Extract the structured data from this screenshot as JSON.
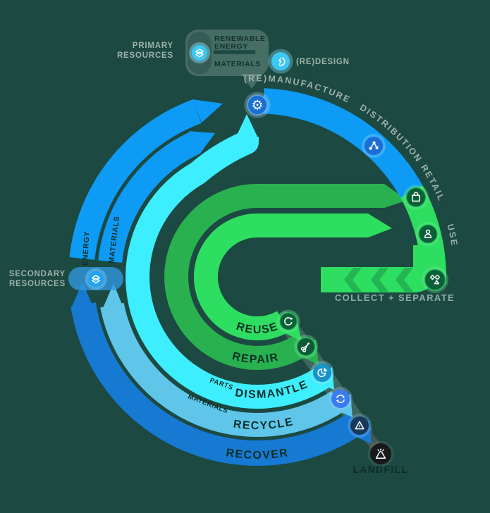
{
  "background": "#1c4941",
  "palette": {
    "forward_blue": "#0d9bf5",
    "bright_green": "#2ede60",
    "medium_green": "#29b150",
    "cyan": "#3deefe",
    "light_blue": "#5fc6ea",
    "dark_blue": "#1679d2",
    "icon_blue": "#1a6fd4",
    "icon_dark_green": "#0b6137",
    "icon_teal": "#1693c9",
    "icon_indigo": "#3a7bf0",
    "icon_navy": "#17395b",
    "icon_black": "#17191a",
    "icon_cyan": "#3cc8f4",
    "label_grey": "#9cb3aa",
    "label_dark": "#0c2f28"
  },
  "callout": {
    "title_line1": "PRIMARY",
    "title_line2": "RESOURCES",
    "item1_line1": "RENEWABLE",
    "item1_line2": "ENERGY",
    "item2": "MATERIALS"
  },
  "stages": {
    "redesign": "(RE)DESIGN",
    "remanufacture": "(RE)MANUFACTURE",
    "distribution": "DISTRIBUTION",
    "retail": "RETAIL",
    "use": "USE",
    "collect": "COLLECT + SEPARATE"
  },
  "loops": {
    "reuse": "REUSE",
    "repair": "REPAIR",
    "dismantle": "DISMANTLE",
    "recycle": "RECYCLE",
    "recover": "RECOVER"
  },
  "flows": {
    "parts": "PARTS",
    "materials": "MATERIALS"
  },
  "secondary": {
    "title_line1": "SECONDARY",
    "title_line2": "RESOURCES",
    "energy": "ENERGY",
    "materials": "MATERIALS"
  },
  "landfill": "LANDFILL"
}
